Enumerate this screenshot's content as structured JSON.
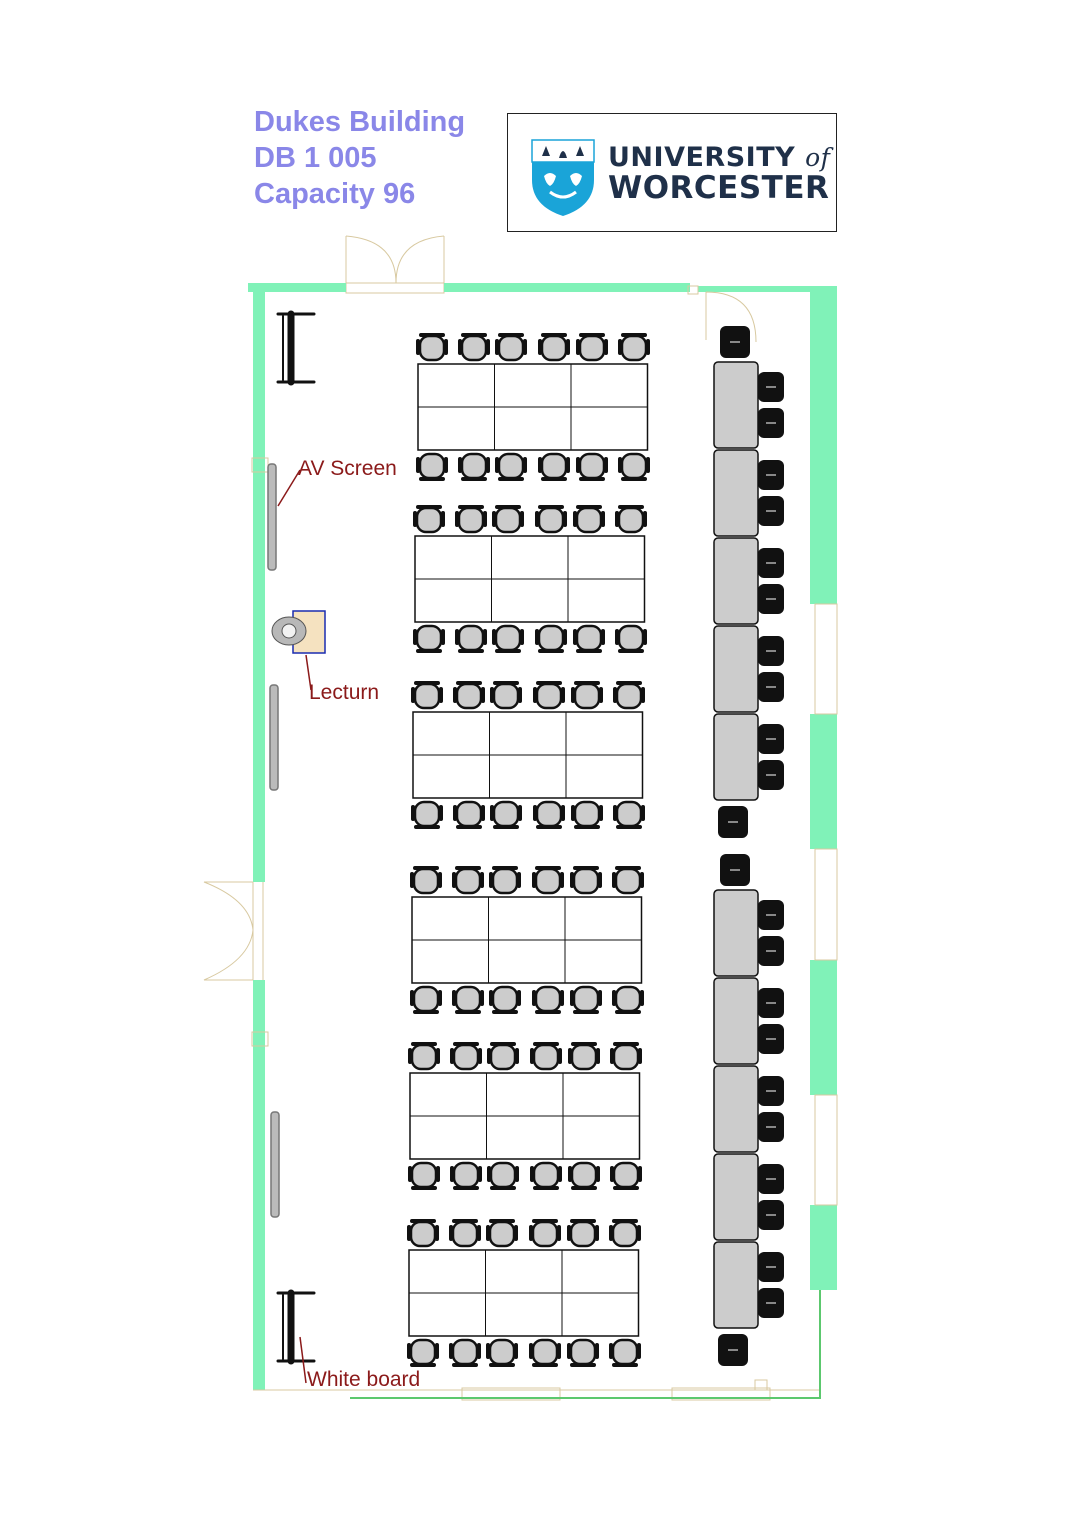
{
  "header": {
    "building": "Dukes Building",
    "room": "DB 1 005",
    "capacity": "Capacity 96"
  },
  "logo": {
    "line1": "UNIVERSITY",
    "line1_of": "of",
    "line2": "WORCESTER",
    "icon": "university-crest-icon"
  },
  "labels": {
    "av_screen": "AV Screen",
    "lecturn": "Lecturn",
    "white_board": "White board"
  },
  "colors": {
    "title": "#8a87e8",
    "wall": "#80f2b8",
    "label": "#8b1a1a",
    "chair": "#cccccc",
    "crest": "#1aa4d8",
    "logo_text": "#1f3049"
  }
}
